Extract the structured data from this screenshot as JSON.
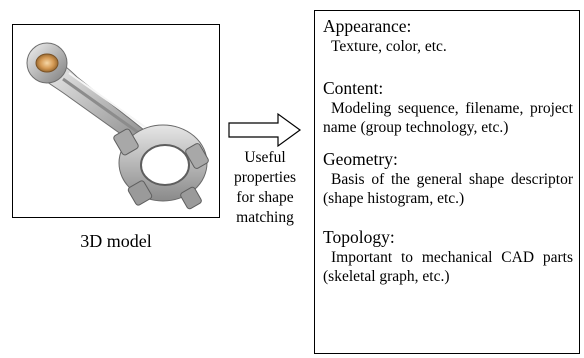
{
  "model": {
    "caption": "3D model",
    "icon": "connecting-rod-image"
  },
  "arrow": {
    "label_lines": [
      "Useful",
      "properties",
      "for shape",
      "matching"
    ]
  },
  "properties": [
    {
      "title": "Appearance:",
      "description": "Texture, color, etc."
    },
    {
      "title": "Content:",
      "description": "Modeling sequence, filename, project name (group technology, etc.)"
    },
    {
      "title": "Geometry:",
      "description": "Basis of the general shape descriptor (shape histogram, etc.)"
    },
    {
      "title": "Topology:",
      "description": "Important to mechanical CAD parts (skeletal graph, etc.)"
    }
  ]
}
